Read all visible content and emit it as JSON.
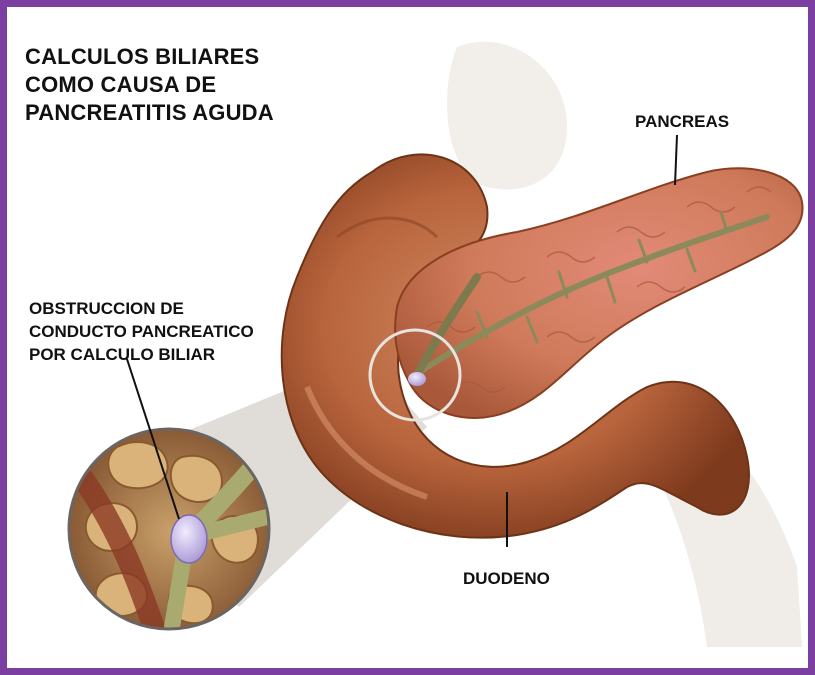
{
  "title": {
    "line1": "CALCULOS BILIARES",
    "line2": "COMO CAUSA DE",
    "line3": "PANCREATITIS AGUDA"
  },
  "labels": {
    "pancreas": "PANCREAS",
    "duodeno": "DUODENO",
    "obstruccion_line1": "OBSTRUCCION DE",
    "obstruccion_line2": "CONDUCTO PANCREATICO",
    "obstruccion_line3": "POR CALCULO BILIAR"
  },
  "colors": {
    "frame": "#7a3fa0",
    "tissue": "#b8643c",
    "pancreas": "#cf7a5a",
    "duct": "#8c8a5a",
    "stone": "#c9bfe8"
  }
}
